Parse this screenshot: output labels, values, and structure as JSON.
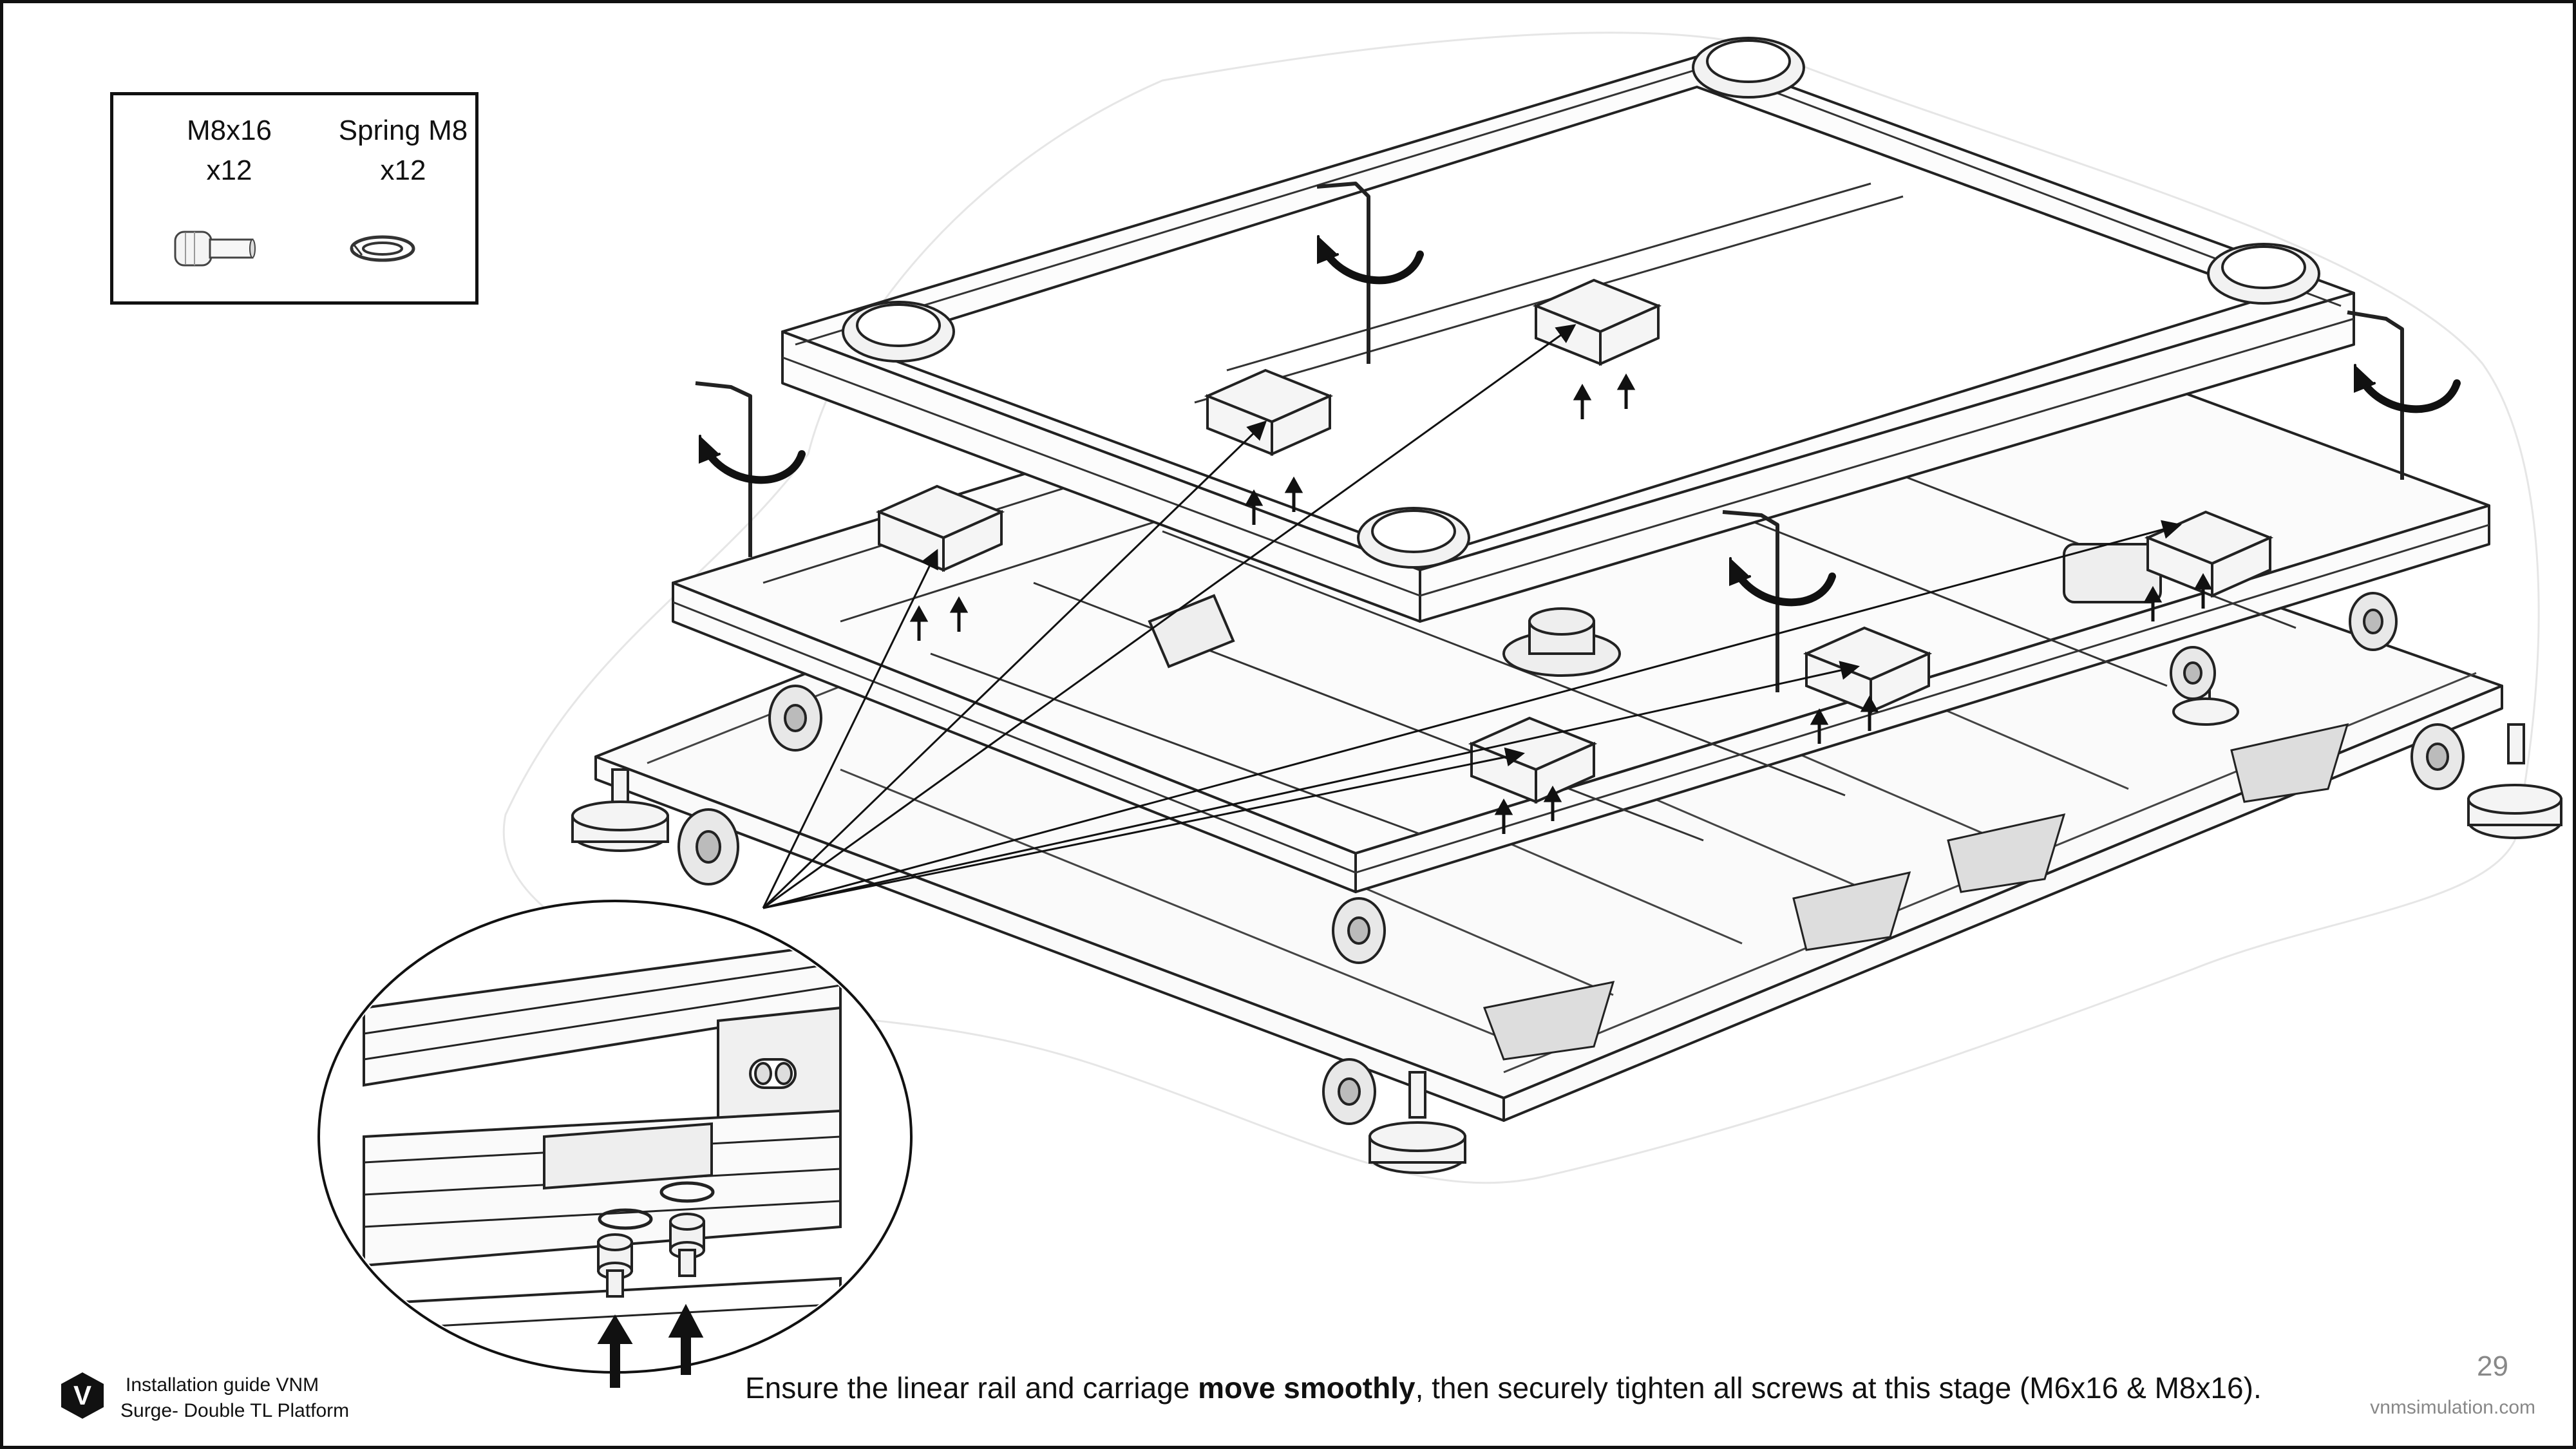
{
  "parts": [
    {
      "name": "M8x16",
      "qty": "x12",
      "icon": "bolt-icon"
    },
    {
      "name": "Spring M8",
      "qty": "x12",
      "icon": "spring-washer-icon"
    }
  ],
  "instruction": {
    "before": "Ensure the linear rail and carriage ",
    "bold": "move smoothly",
    "after": ", then securely tighten all screws at this stage (M6x16 & M8x16)."
  },
  "footer": {
    "guide_line1": "Installation guide VNM",
    "guide_line2": "Surge- Double TL Platform",
    "page_number": "29",
    "website": "vnmsimulation.com",
    "logo_letter": "V"
  },
  "icons": [
    "hex-key-icon",
    "rotate-arrow-icon",
    "up-arrow-icon",
    "bolt-icon",
    "spring-washer-icon",
    "logo-icon"
  ]
}
